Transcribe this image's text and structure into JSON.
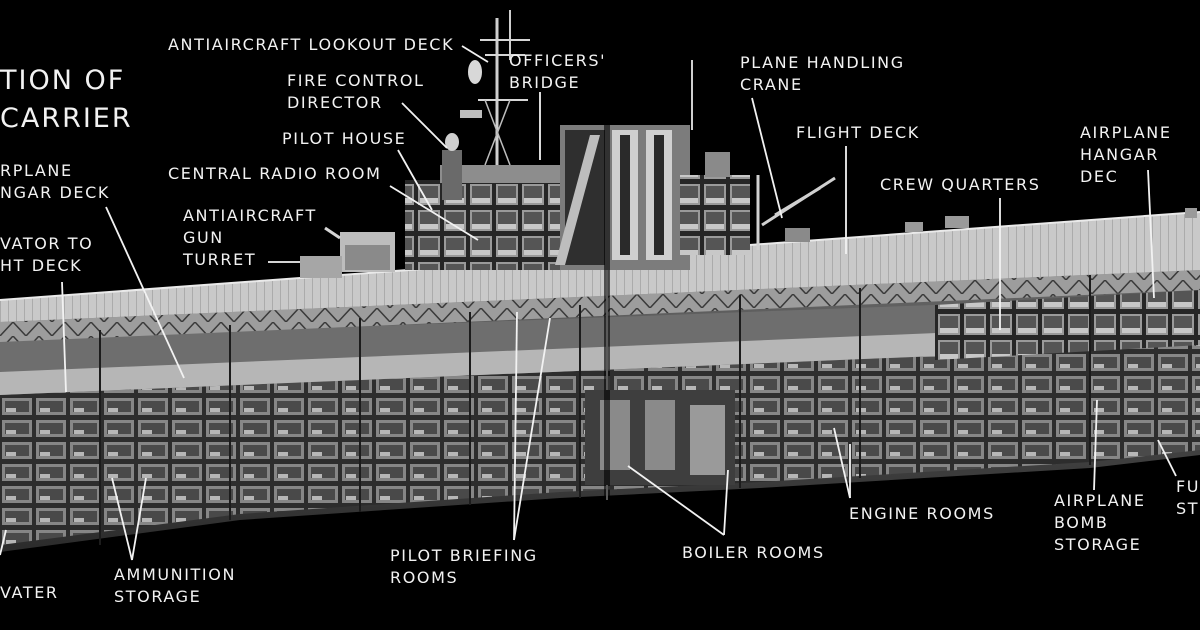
{
  "title": "TION OF\n CARRIER",
  "labels": {
    "antiaircraft_lookout_deck": "ANTIAIRCRAFT LOOKOUT DECK",
    "officers_bridge": "OFFICERS'\nBRIDGE",
    "fire_control_director": "FIRE CONTROL\nDIRECTOR",
    "pilot_house": "PILOT HOUSE",
    "central_radio_room": "CENTRAL RADIO ROOM",
    "antiaircraft_gun_turret": "ANTIAIRCRAFT\nGUN\nTURRET",
    "airplane_hangar_deck_left": "RPLANE\nNGAR DECK",
    "elevator_to_flight_deck": "VATOR TO\nHT DECK",
    "plane_handling_crane": "PLANE HANDLING\nCRANE",
    "flight_deck": "FLIGHT DECK",
    "crew_quarters": "CREW QUARTERS",
    "airplane_hangar_deck_right": "AIRPLANE\nHANGAR DEC",
    "ammunition_storage": "AMMUNITION\nSTORAGE",
    "water": "VATER",
    "pilot_briefing_rooms": "PILOT BRIEFING\nROOMS",
    "boiler_rooms": "BOILER ROOMS",
    "engine_rooms": "ENGINE ROOMS",
    "airplane_bomb_storage": "AIRPLANE\nBOMB\nSTORAGE",
    "fuel_storage": "FU\nST"
  },
  "colors": {
    "background": "#000000",
    "label_text": "#f2f2f2",
    "leader_line": "#f2f2f2",
    "hull_light": "#b9b9b9",
    "hull_mid": "#7d7d7d",
    "hull_dark": "#3a3a3a"
  }
}
